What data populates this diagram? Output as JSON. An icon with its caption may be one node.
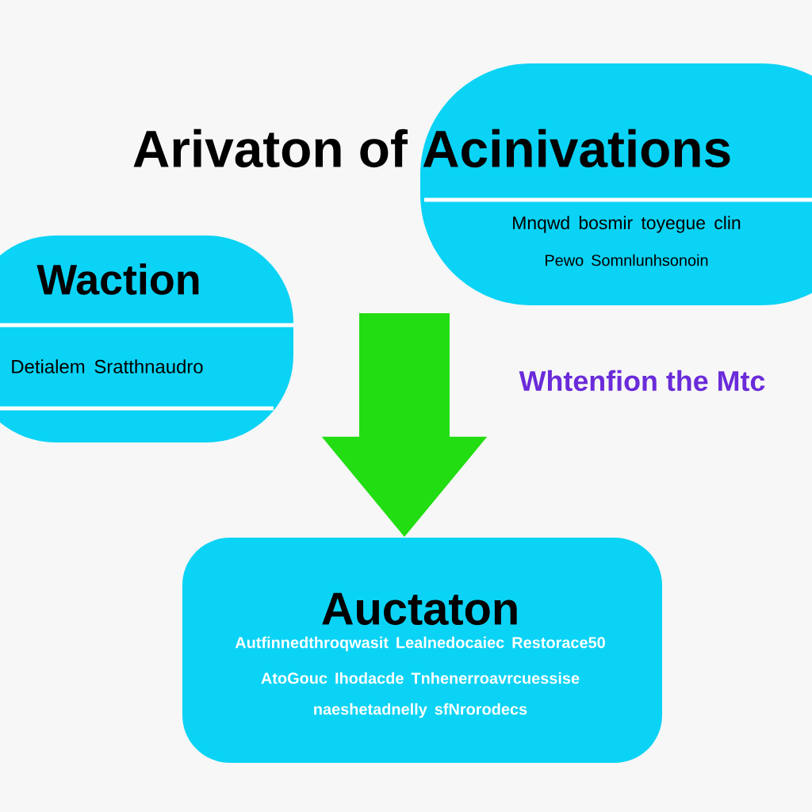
{
  "diagram": {
    "title": "Arivaton of Acinivations",
    "nodes": [
      {
        "text": [
          "Waction",
          "Detialem Sratthnaudro"
        ]
      },
      {
        "text": [
          "Mnqwd bosmir toyegue clin",
          "Pewo Somnlunhsonoin"
        ]
      },
      {
        "text": [
          "Auctaton",
          "Autfinnedthroqwasit Lealnedocaiec Restorace50",
          "AtoGouc Ihodacde Tnhenerroavrcuessise",
          "naeshetadnelly sfNrorodecs"
        ]
      }
    ],
    "edges": [
      {
        "from": null,
        "to": 2,
        "arrow": "to",
        "color": "#22dd11"
      }
    ],
    "labels": [
      "Whtenfion the Mtc"
    ]
  }
}
